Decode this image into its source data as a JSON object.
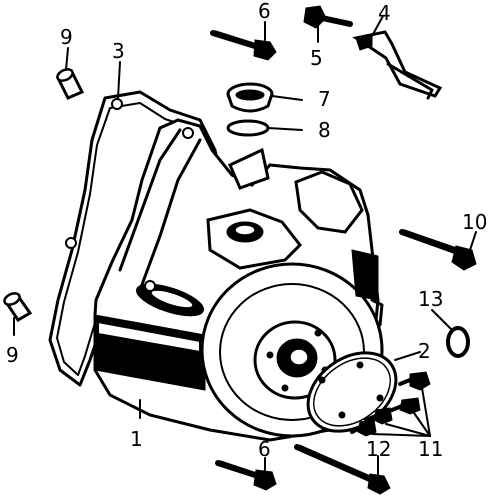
{
  "callouts": [
    {
      "id": "1",
      "label": "1"
    },
    {
      "id": "2",
      "label": "2"
    },
    {
      "id": "3",
      "label": "3"
    },
    {
      "id": "4",
      "label": "4"
    },
    {
      "id": "5",
      "label": "5"
    },
    {
      "id": "6a",
      "label": "6"
    },
    {
      "id": "6b",
      "label": "6"
    },
    {
      "id": "7",
      "label": "7"
    },
    {
      "id": "8",
      "label": "8"
    },
    {
      "id": "9a",
      "label": "9"
    },
    {
      "id": "9b",
      "label": "9"
    },
    {
      "id": "10",
      "label": "10"
    },
    {
      "id": "11",
      "label": "11"
    },
    {
      "id": "12",
      "label": "12"
    },
    {
      "id": "13",
      "label": "13"
    }
  ]
}
